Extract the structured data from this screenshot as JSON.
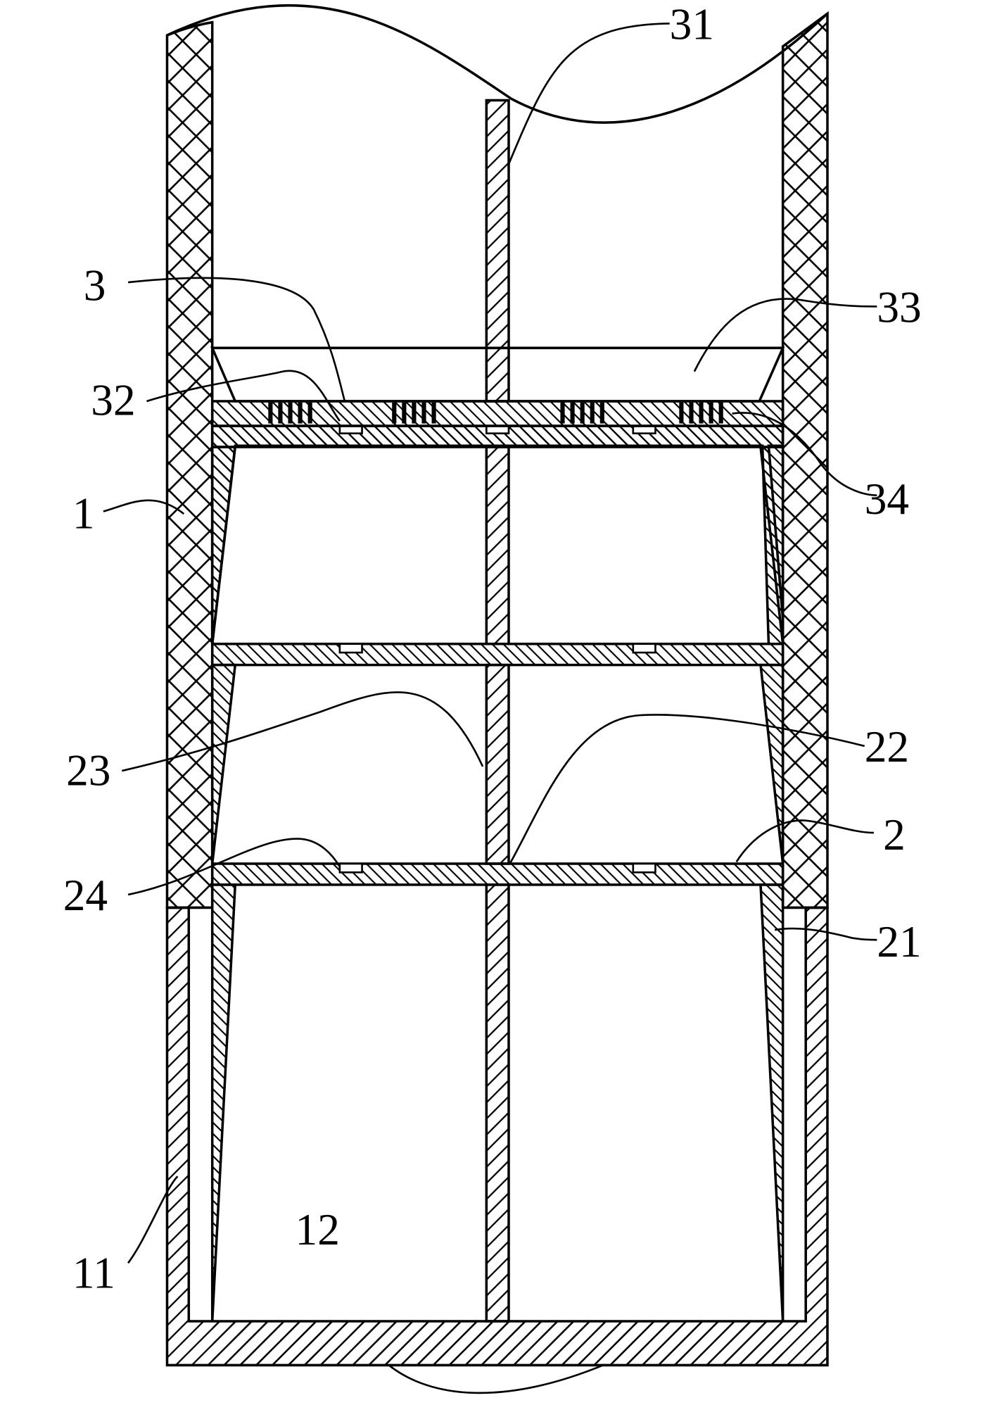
{
  "labels": {
    "l31": "31",
    "l3": "3",
    "l33": "33",
    "l32": "32",
    "l1": "1",
    "l34": "34",
    "l23": "23",
    "l22": "22",
    "l2": "2",
    "l24": "24",
    "l21": "21",
    "l11": "11",
    "l12": "12"
  },
  "colors": {
    "ink": "#000000",
    "paper": "#ffffff"
  }
}
